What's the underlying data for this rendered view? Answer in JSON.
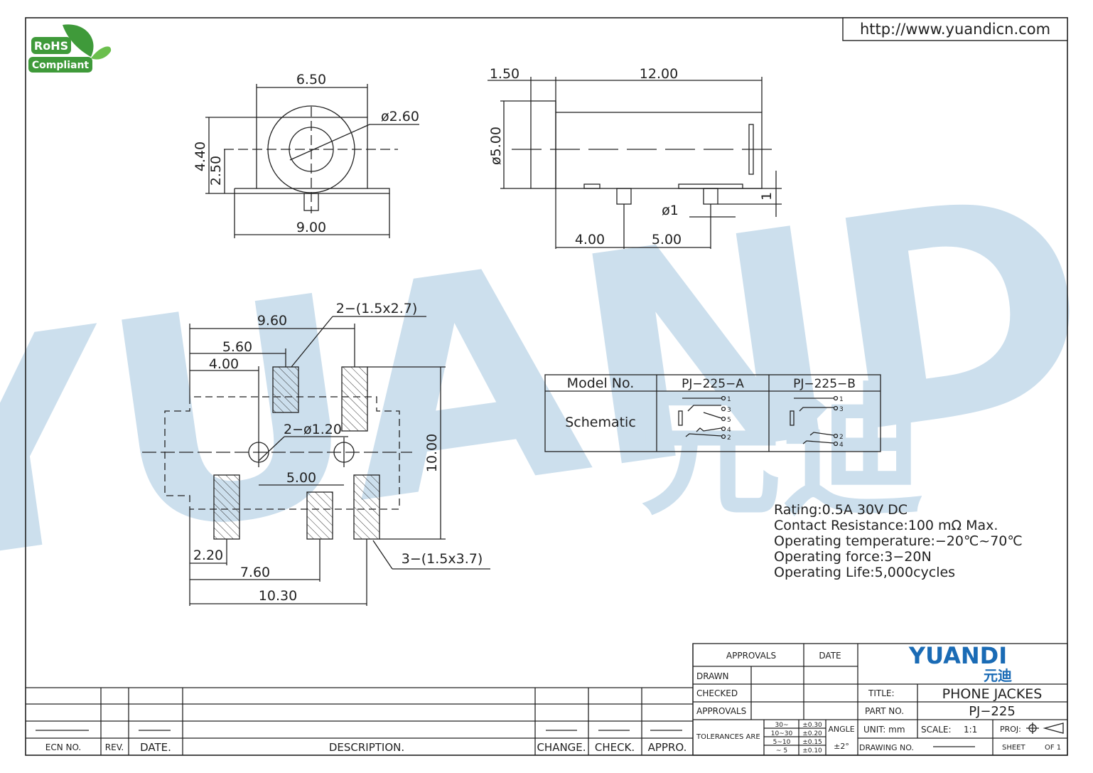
{
  "url": "http://www.yuandicn.com",
  "logo": {
    "line1": "RoHS",
    "line2": "Compliant",
    "brand": "YUANDI",
    "brand_cn": "元迪"
  },
  "watermark": {
    "latin": "YUANDI",
    "cn": "元迪"
  },
  "front_view": {
    "width_top": "6.50",
    "diameter": "ø2.60",
    "height_total": "4.40",
    "height_center": "2.50",
    "width_base": "9.00"
  },
  "side_view": {
    "flange": "1.50",
    "length": "12.00",
    "diameter": "ø5.00",
    "pin_height": "1",
    "pin_diameter": "ø1",
    "pin_offset_1": "4.00",
    "pin_offset_2": "5.00"
  },
  "pcb_layout": {
    "pad_top_note": "2−(1.5x2.7)",
    "dim_960": "9.60",
    "dim_560": "5.60",
    "dim_400": "4.00",
    "hole_note": "2−ø1.20",
    "hole_spacing": "5.00",
    "height": "10.00",
    "dim_220": "2.20",
    "dim_760": "7.60",
    "dim_1030": "10.30",
    "pad_bottom_note": "3−(1.5x3.7)"
  },
  "schematic_table": {
    "headers": [
      "Model No.",
      "PJ−225−A",
      "PJ−225−B"
    ],
    "row_label": "Schematic",
    "a_pins": [
      "1",
      "3",
      "5",
      "4",
      "2"
    ],
    "b_pins": [
      "1",
      "3",
      "2",
      "4"
    ]
  },
  "specs": [
    "Rating:0.5A  30V  DC",
    "Contact  Resistance:100  mΩ  Max.",
    "Operating  temperature:−20℃~70℃",
    "Operating  force:3−20N",
    "Operating  Life:5,000cycles"
  ],
  "revision_block": {
    "cols": [
      "ECN  NO.",
      "REV.",
      "DATE.",
      "DESCRIPTION.",
      "CHANGE.",
      "CHECK.",
      "APPRO."
    ]
  },
  "title_block": {
    "approvals": "APPROVALS",
    "date": "DATE",
    "drawn": "DRAWN",
    "checked": "CHECKED",
    "approvals2": "APPROVALS",
    "tolerances": "TOLERANCES  ARE",
    "tol_ranges": [
      "30~",
      "10~30",
      "5~10",
      "~ 5"
    ],
    "tol_values": [
      "±0.30",
      "±0.20",
      "±0.15",
      "±0.10"
    ],
    "angle": "ANGLE",
    "angle_value": "±2°",
    "title_label": "TITLE:",
    "title_value": "PHONE  JACKES",
    "part_label": "PART  NO.",
    "part_value": "PJ−225",
    "unit": "UNIT:  mm",
    "scale_label": "SCALE:",
    "scale_value": "1:1",
    "proj": "PROJ:",
    "drawing_no": "DRAWING  NO.",
    "sheet": "SHEET",
    "of": "OF  1"
  },
  "colors": {
    "watermark": "#c7dcec",
    "logo_green": "#3f9a3a",
    "brand_blue": "#1a6bb5",
    "line": "#222222"
  }
}
